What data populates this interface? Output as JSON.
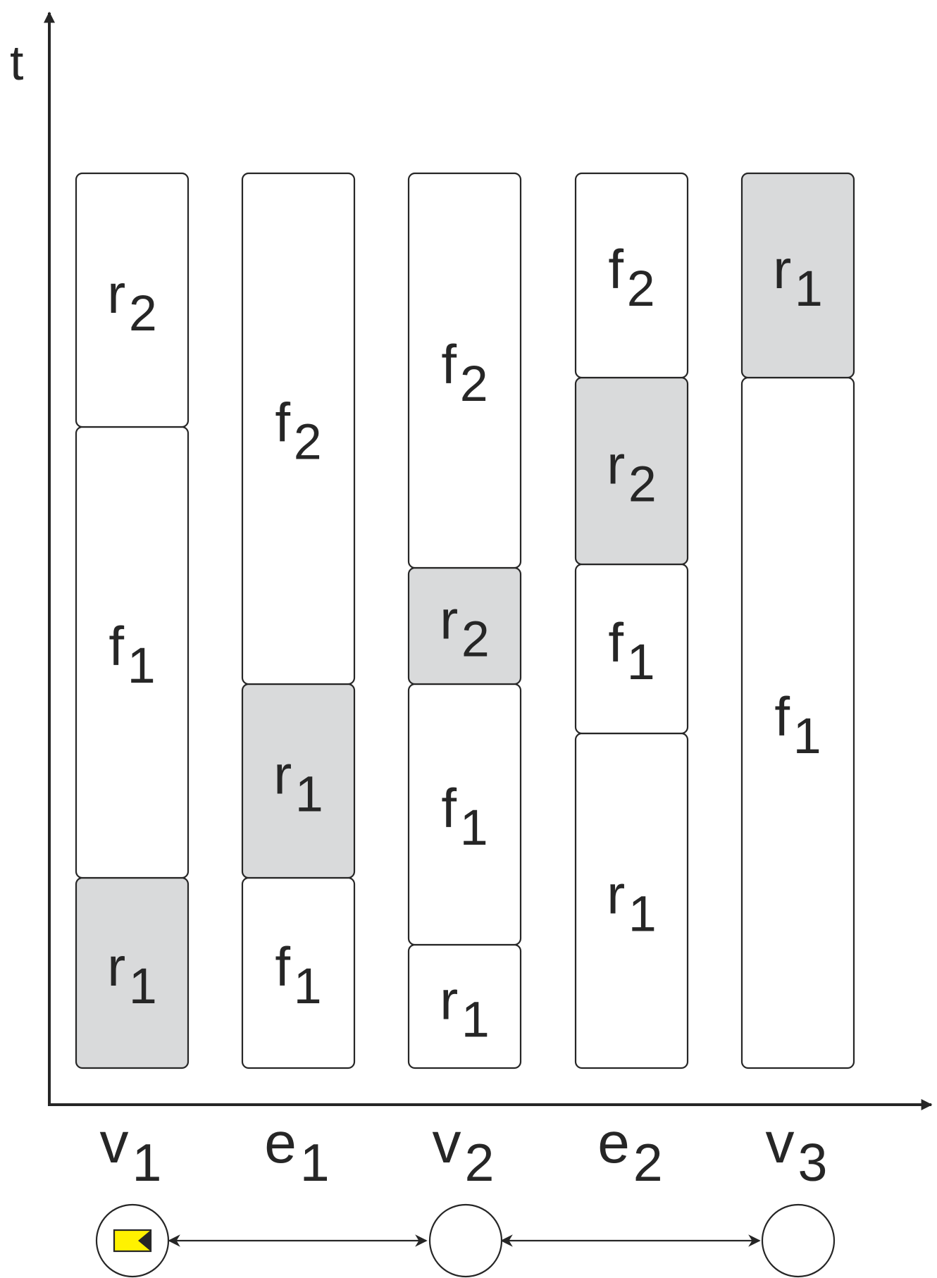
{
  "axis": {
    "y_label": "t"
  },
  "colors": {
    "free": "#ffffff",
    "reserved": "#d9dadb",
    "ink": "#262626",
    "agent": "#fff200"
  },
  "columns": [
    {
      "base": "v",
      "sub": "1",
      "blocks": [
        {
          "base": "r",
          "sub": "1",
          "duration": 27,
          "shaded": true
        },
        {
          "base": "f",
          "sub": "1",
          "duration": 64,
          "shaded": false
        },
        {
          "base": "r",
          "sub": "2",
          "duration": 36,
          "shaded": false
        }
      ]
    },
    {
      "base": "e",
      "sub": "1",
      "blocks": [
        {
          "base": "f",
          "sub": "1",
          "duration": 27,
          "shaded": false
        },
        {
          "base": "r",
          "sub": "1",
          "duration": 27.5,
          "shaded": true
        },
        {
          "base": "f",
          "sub": "2",
          "duration": 72.5,
          "shaded": false
        }
      ]
    },
    {
      "base": "v",
      "sub": "2",
      "blocks": [
        {
          "base": "r",
          "sub": "1",
          "duration": 17.5,
          "shaded": false
        },
        {
          "base": "f",
          "sub": "1",
          "duration": 37,
          "shaded": false
        },
        {
          "base": "r",
          "sub": "2",
          "duration": 16.5,
          "shaded": true
        },
        {
          "base": "f",
          "sub": "2",
          "duration": 56,
          "shaded": false
        }
      ]
    },
    {
      "base": "e",
      "sub": "2",
      "blocks": [
        {
          "base": "r",
          "sub": "1",
          "duration": 47.5,
          "shaded": false
        },
        {
          "base": "f",
          "sub": "1",
          "duration": 24,
          "shaded": false
        },
        {
          "base": "r",
          "sub": "2",
          "duration": 26.5,
          "shaded": true
        },
        {
          "base": "f",
          "sub": "2",
          "duration": 29,
          "shaded": false
        }
      ]
    },
    {
      "base": "v",
      "sub": "3",
      "blocks": [
        {
          "base": "f",
          "sub": "1",
          "duration": 98,
          "shaded": false
        },
        {
          "base": "r",
          "sub": "1",
          "duration": 29,
          "shaded": true
        }
      ]
    }
  ],
  "graph": {
    "nodes": [
      {
        "id": "v1",
        "has_agent": true
      },
      {
        "id": "v2",
        "has_agent": false
      },
      {
        "id": "v3",
        "has_agent": false
      }
    ],
    "edges": [
      {
        "from": "v1",
        "to": "v2"
      },
      {
        "from": "v2",
        "to": "v3"
      }
    ]
  }
}
